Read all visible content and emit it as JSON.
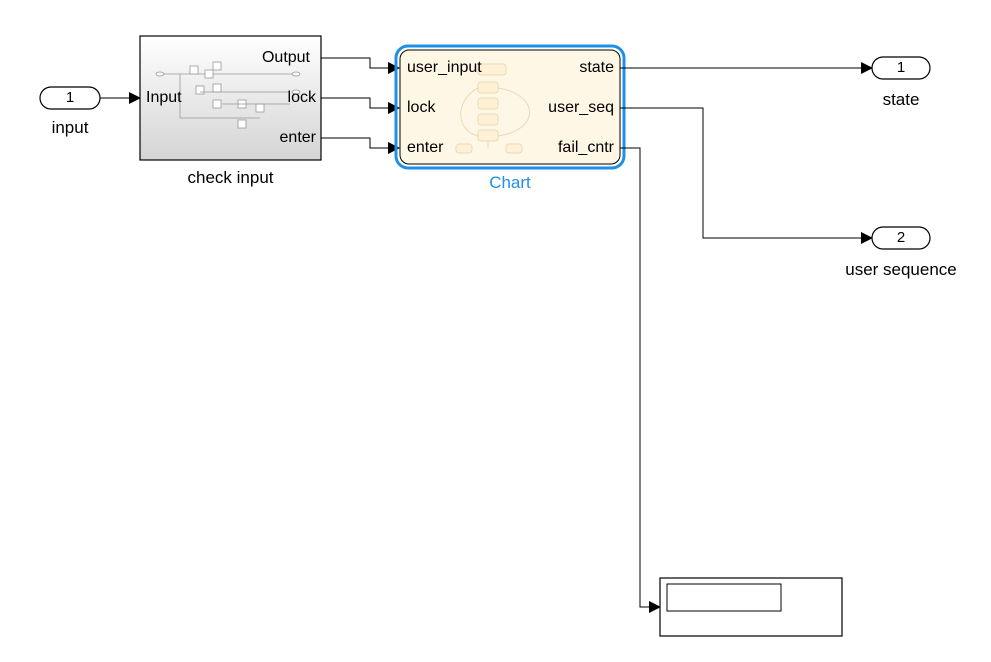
{
  "input_port": {
    "number": "1",
    "label": "input"
  },
  "check_input": {
    "label": "check input",
    "in_ports": [
      "Input"
    ],
    "out_ports": [
      "Output",
      "lock",
      "enter"
    ]
  },
  "chart": {
    "label": "Chart",
    "in_ports": [
      "user_input",
      "lock",
      "enter"
    ],
    "out_ports": [
      "state",
      "user_seq",
      "fail_cntr"
    ]
  },
  "out_state": {
    "number": "1",
    "label": "state"
  },
  "out_user_seq": {
    "number": "2",
    "label": "user sequence"
  },
  "colors": {
    "selection": "#1e90e8",
    "chart_fill": "#fff7e6",
    "line": "#000000"
  }
}
